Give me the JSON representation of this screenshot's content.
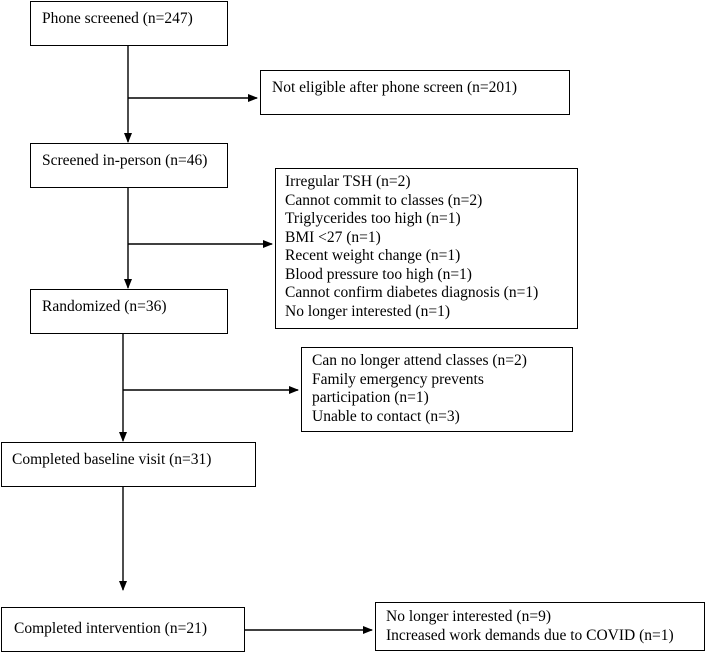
{
  "flowchart": {
    "phone_screened": "Phone screened (n=247)",
    "not_eligible_phone": "Not eligible after phone screen (n=201)",
    "screened_in_person": "Screened in-person (n=46)",
    "exclusions_in_person": [
      "Irregular TSH (n=2)",
      "Cannot commit to classes (n=2)",
      "Triglycerides too high (n=1)",
      "BMI <27 (n=1)",
      "Recent weight change (n=1)",
      "Blood pressure too high (n=1)",
      "Cannot confirm diabetes diagnosis (n=1)",
      "No longer interested (n=1)"
    ],
    "randomized": "Randomized (n=36)",
    "exclusions_randomized": [
      "Can no longer attend classes (n=2)",
      "Family emergency prevents",
      "participation (n=1)",
      "Unable to contact (n=3)"
    ],
    "completed_baseline": "Completed baseline visit (n=31)",
    "completed_intervention": "Completed intervention (n=21)",
    "exclusions_intervention": [
      "No longer interested (n=9)",
      "Increased work demands due to COVID (n=1)"
    ]
  }
}
